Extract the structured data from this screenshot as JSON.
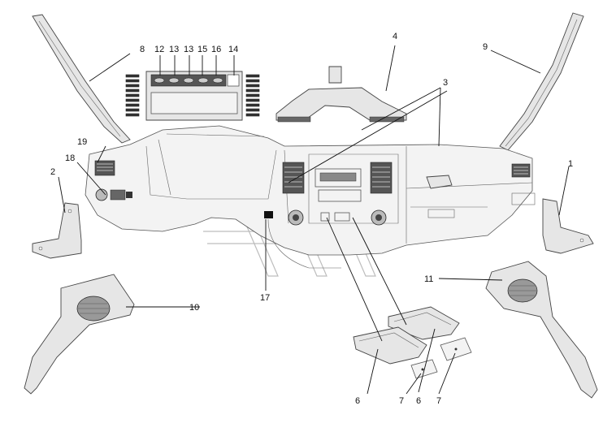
{
  "callouts": [
    {
      "id": "c1",
      "text": "1"
    },
    {
      "id": "c2",
      "text": "2"
    },
    {
      "id": "c3",
      "text": "3"
    },
    {
      "id": "c4",
      "text": "4"
    },
    {
      "id": "c6a",
      "text": "6"
    },
    {
      "id": "c6b",
      "text": "6"
    },
    {
      "id": "c7a",
      "text": "7"
    },
    {
      "id": "c7b",
      "text": "7"
    },
    {
      "id": "c8",
      "text": "8"
    },
    {
      "id": "c9",
      "text": "9"
    },
    {
      "id": "c10",
      "text": "10"
    },
    {
      "id": "c11",
      "text": "11"
    },
    {
      "id": "c12",
      "text": "12"
    },
    {
      "id": "c13a",
      "text": "13"
    },
    {
      "id": "c13b",
      "text": "13"
    },
    {
      "id": "c14",
      "text": "14"
    },
    {
      "id": "c15",
      "text": "15"
    },
    {
      "id": "c16",
      "text": "16"
    },
    {
      "id": "c17",
      "text": "17"
    },
    {
      "id": "c18",
      "text": "18"
    },
    {
      "id": "c19",
      "text": "19"
    }
  ]
}
